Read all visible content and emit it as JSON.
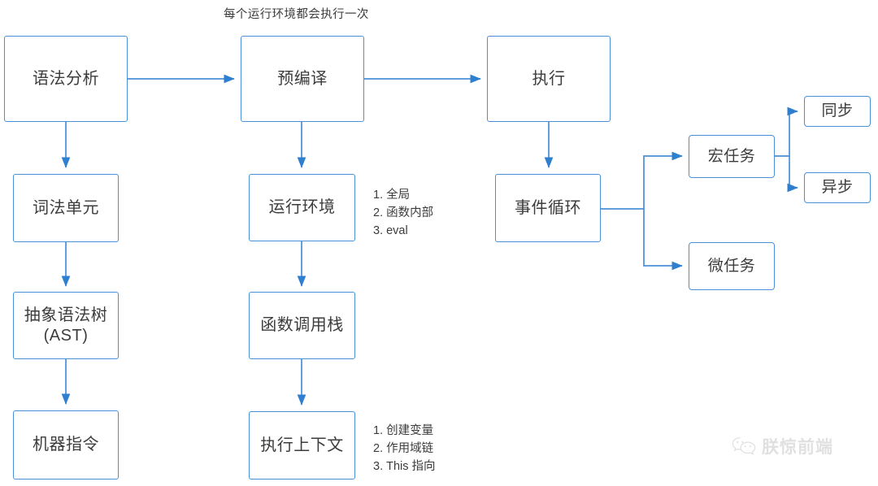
{
  "diagram": {
    "caption": "每个运行环境都会执行一次",
    "accent_color": "#4a90d9",
    "text_color": "#3c3c3c",
    "background_color": "#ffffff",
    "nodes": [
      {
        "id": "syntax-analysis",
        "label": "语法分析"
      },
      {
        "id": "precompile",
        "label": "预编译"
      },
      {
        "id": "execute",
        "label": "执行"
      },
      {
        "id": "lexical-token",
        "label": "词法单元"
      },
      {
        "id": "runtime-env",
        "label": "运行环境"
      },
      {
        "id": "event-loop",
        "label": "事件循环"
      },
      {
        "id": "ast",
        "label": "抽象语法树\n(AST)"
      },
      {
        "id": "call-stack",
        "label": "函数调用栈"
      },
      {
        "id": "machine-code",
        "label": "机器指令"
      },
      {
        "id": "execution-context",
        "label": "执行上下文"
      },
      {
        "id": "macro-task",
        "label": "宏任务"
      },
      {
        "id": "micro-task",
        "label": "微任务"
      },
      {
        "id": "sync",
        "label": "同步"
      },
      {
        "id": "async",
        "label": "异步"
      }
    ],
    "annotations": [
      {
        "id": "runtime-env-notes",
        "text": "1. 全局\n2. 函数内部\n3. eval"
      },
      {
        "id": "execution-context-notes",
        "text": "1. 创建变量\n2. 作用域链\n3. This 指向"
      }
    ]
  },
  "watermark": {
    "text": "朕惊前端",
    "icon": "wechat-icon"
  }
}
